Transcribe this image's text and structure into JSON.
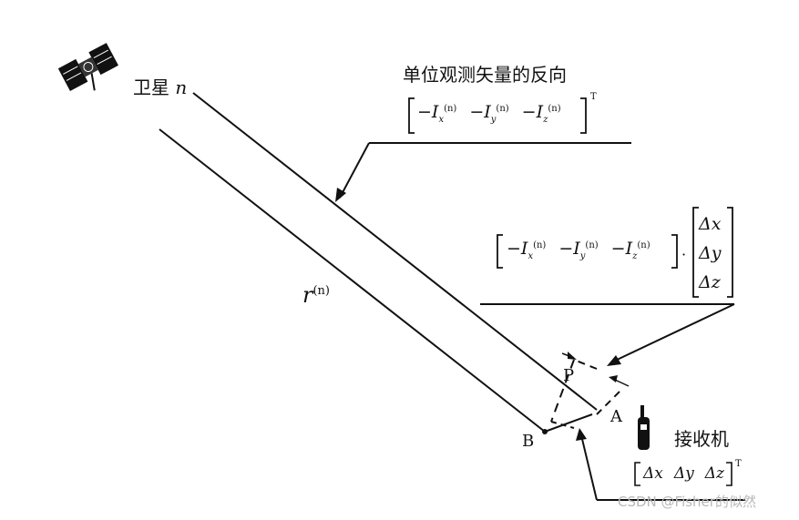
{
  "labels": {
    "satellite": "卫星",
    "satellite_n": "n",
    "reverse_title": "单位观测矢量的反向",
    "vec_top": [
      "−I",
      "x",
      "(n)",
      "−I",
      "y",
      "(n)",
      "−I",
      "z",
      "(n)"
    ],
    "vec_top_T": "T",
    "vec_mid": [
      "−I",
      "x",
      "(n)",
      "−I",
      "y",
      "(n)",
      "−I",
      "z",
      "(n)"
    ],
    "delta_col": [
      "Δx",
      "Δy",
      "Δz"
    ],
    "r_label": "r",
    "r_sup": "(n)",
    "P": "P",
    "A": "A",
    "B": "B",
    "receiver": "接收机",
    "dxyz": [
      "Δx",
      "Δy",
      "Δz"
    ],
    "dxyz_T": "T",
    "watermark": "CSDN @Fisher的似然"
  },
  "icons": {
    "satellite": "satellite-icon",
    "receiver": "receiver-icon"
  }
}
